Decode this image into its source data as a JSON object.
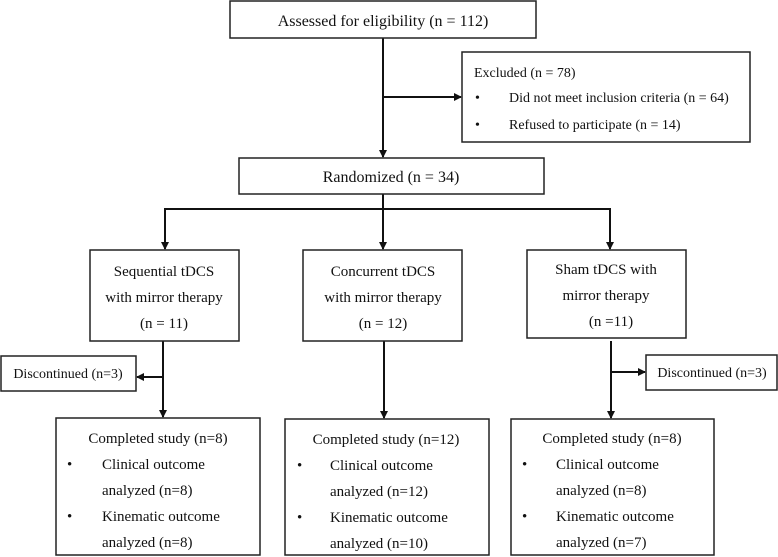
{
  "assessed": "Assessed for eligibility (n = 112)",
  "excluded": {
    "title": "Excluded (n = 78)",
    "bullets": [
      "Did not meet inclusion criteria (n = 64)",
      "Refused to participate (n = 14)"
    ]
  },
  "randomized": "Randomized (n = 34)",
  "arms": [
    {
      "lines": [
        "Sequential tDCS",
        "with mirror therapy",
        "(n = 11)"
      ],
      "discontinued": "Discontinued (n=3)",
      "completed": "Completed study (n=8)",
      "outcomes": [
        [
          "Clinical outcome",
          "analyzed (n=8)"
        ],
        [
          "Kinematic outcome",
          "analyzed (n=8)"
        ]
      ]
    },
    {
      "lines": [
        "Concurrent tDCS",
        "with mirror therapy",
        "(n = 12)"
      ],
      "completed": "Completed study (n=12)",
      "outcomes": [
        [
          "Clinical outcome",
          "analyzed (n=12)"
        ],
        [
          "Kinematic outcome",
          "analyzed (n=10)"
        ]
      ]
    },
    {
      "lines": [
        "Sham tDCS with",
        "mirror therapy",
        "(n =11)"
      ],
      "discontinued": "Discontinued (n=3)",
      "completed": "Completed study (n=8)",
      "outcomes": [
        [
          "Clinical outcome",
          "analyzed (n=8)"
        ],
        [
          "Kinematic outcome",
          "analyzed (n=7)"
        ]
      ]
    }
  ],
  "bullet_glyph": "•"
}
